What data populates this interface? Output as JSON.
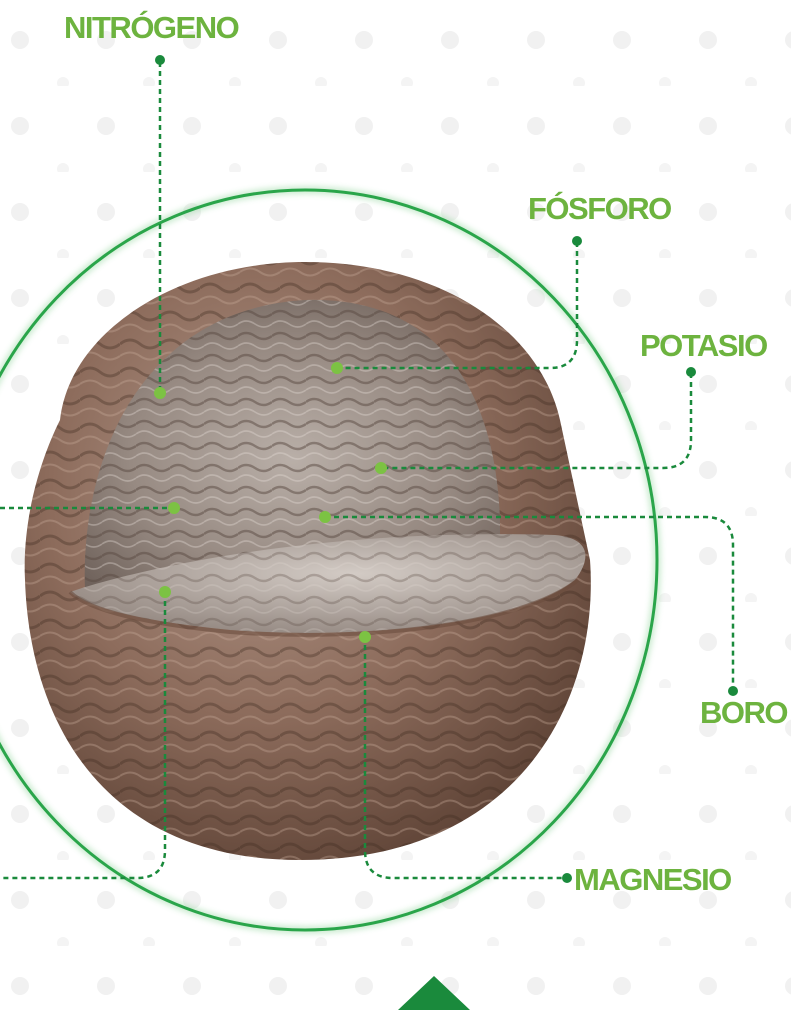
{
  "colors": {
    "accent": "#6db33f",
    "leader_line": "#1a8a3c",
    "ring": "#2aa54a",
    "granule_shell": "#8a6a5a",
    "granule_inner": "#a79a92",
    "background_dots": "#eeeeee"
  },
  "labels": {
    "nitrogen": "NITRÓGENO",
    "phosphorus": "FÓSFORO",
    "potassium": "POTASIO",
    "boron": "BORO",
    "magnesium": "MAGNESIO"
  },
  "icons": {
    "granule": "granule-cross-section-icon",
    "arrow": "triangle-up-icon"
  }
}
